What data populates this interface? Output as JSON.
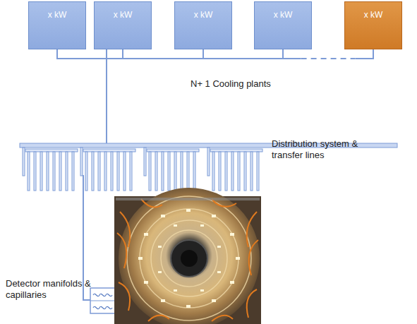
{
  "diagram": {
    "nodes": [
      {
        "text": [
          "x kW"
        ]
      },
      {
        "text": [
          "x kW"
        ]
      },
      {
        "text": [
          "x kW"
        ]
      },
      {
        "text": [
          "x  kW"
        ]
      },
      {
        "text": [
          "x kW"
        ]
      }
    ],
    "edges": [
      {
        "from": 0,
        "to": 1,
        "arrow": "none"
      },
      {
        "from": 1,
        "to": 2,
        "arrow": "none"
      },
      {
        "from": 2,
        "to": 3,
        "arrow": "none"
      },
      {
        "from": 3,
        "to": 4,
        "arrow": "none"
      }
    ],
    "labels": [
      "N+ 1 Cooling plants",
      "Distribution system & transfer lines",
      "Detector manifolds & capillaries"
    ]
  }
}
